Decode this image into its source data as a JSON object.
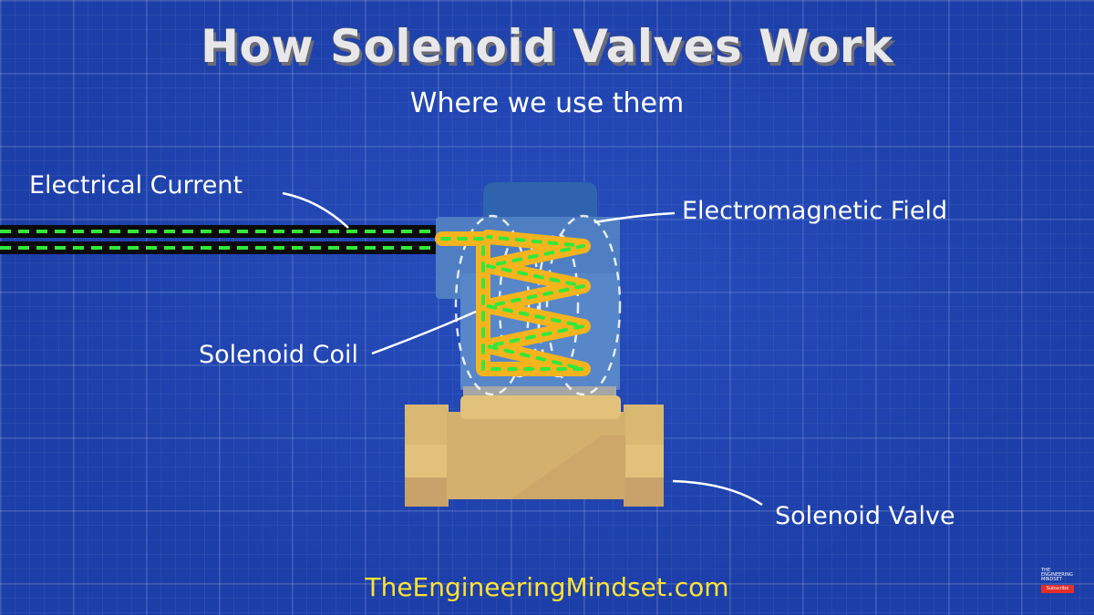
{
  "header": {
    "title": "How Solenoid Valves Work",
    "subtitle": "Where we use them"
  },
  "labels": {
    "electrical_current": "Electrical Current",
    "electromagnetic_field": "Electromagnetic Field",
    "solenoid_coil": "Solenoid Coil",
    "solenoid_valve": "Solenoid Valve"
  },
  "footer": {
    "website": "TheEngineeringMindset.com"
  },
  "watermark": {
    "brand_line1": "THE",
    "brand_line2": "ENGINEERING",
    "brand_line3": "MINDSET",
    "subscribe": "Subscribe"
  },
  "colors": {
    "background": "#1c3ea8",
    "coil": "#f5b41e",
    "current_dashes": "#33e83a",
    "wire": "#0a0a0a",
    "valve_body": "#d9b872",
    "solenoid_housing": "#4f7fc2",
    "footer_text": "#ffe233"
  }
}
